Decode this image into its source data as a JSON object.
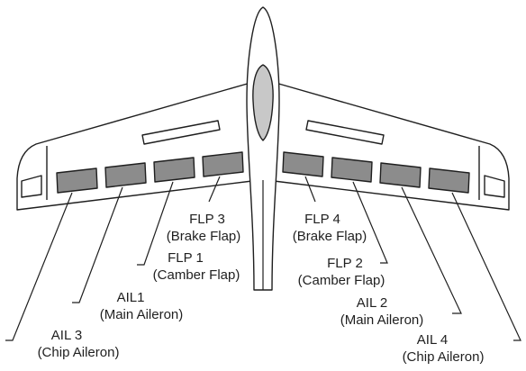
{
  "labels": {
    "flp3": {
      "name": "FLP  3",
      "desc": "(Brake Flap)"
    },
    "flp1": {
      "name": "FLP 1",
      "desc": "(Camber Flap)"
    },
    "ail1": {
      "name": "AIL1",
      "desc": "(Main Aileron)"
    },
    "ail3": {
      "name": "AIL 3",
      "desc": "(Chip Aileron)"
    },
    "flp4": {
      "name": "FLP  4",
      "desc": "(Brake Flap)"
    },
    "flp2": {
      "name": "FLP 2",
      "desc": "(Camber Flap)"
    },
    "ail2": {
      "name": "AIL 2",
      "desc": "(Main Aileron)"
    },
    "ail4": {
      "name": "AIL 4",
      "desc": "(Chip Aileron)"
    }
  },
  "colors": {
    "outline": "#1f1f1f",
    "surface_fill": "#8c8c8c",
    "canopy_fill": "#c8c8c8"
  }
}
